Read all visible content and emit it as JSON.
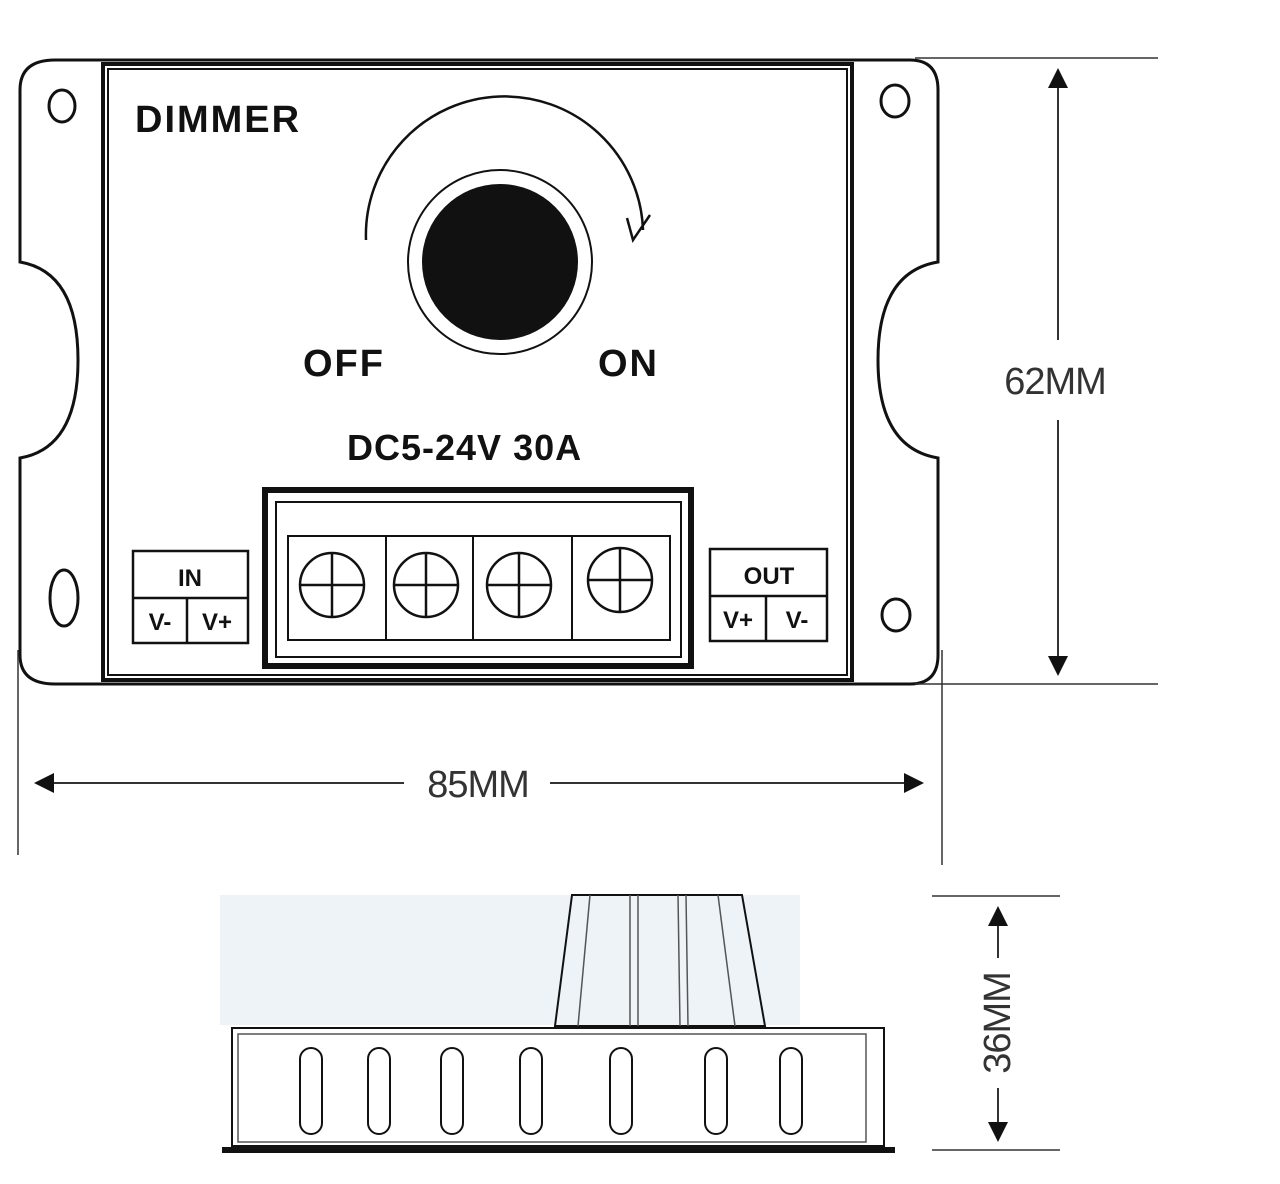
{
  "device": {
    "title": "DIMMER",
    "off_label": "OFF",
    "on_label": "ON",
    "rating": "DC5-24V 30A",
    "in_block": {
      "title": "IN",
      "left": "V-",
      "right": "V+"
    },
    "out_block": {
      "title": "OUT",
      "left": "V+",
      "right": "V-"
    }
  },
  "dimensions": {
    "height": "62MM",
    "width": "85MM",
    "depth": "36MM"
  },
  "colors": {
    "line": "#111111",
    "dim_line": "#333333",
    "knob": "#111111",
    "side_tint": "#eef3f8"
  }
}
